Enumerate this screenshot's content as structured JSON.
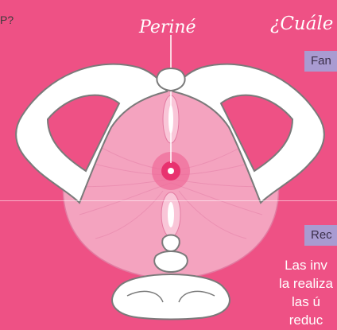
{
  "header": {
    "corner_question": "P?",
    "center_title": "Periné",
    "right_title": "¿Cuále"
  },
  "tags": {
    "top": "Fan",
    "bottom": "Rec"
  },
  "body_lines": [
    "Las inv",
    "la realiza",
    "las ú",
    "reduc"
  ],
  "colors": {
    "background": "#ee5185",
    "tag": "#a99bd1",
    "bone": "#ffffff",
    "muscle": "#f7b5cc",
    "highlight": "#e8326f"
  }
}
